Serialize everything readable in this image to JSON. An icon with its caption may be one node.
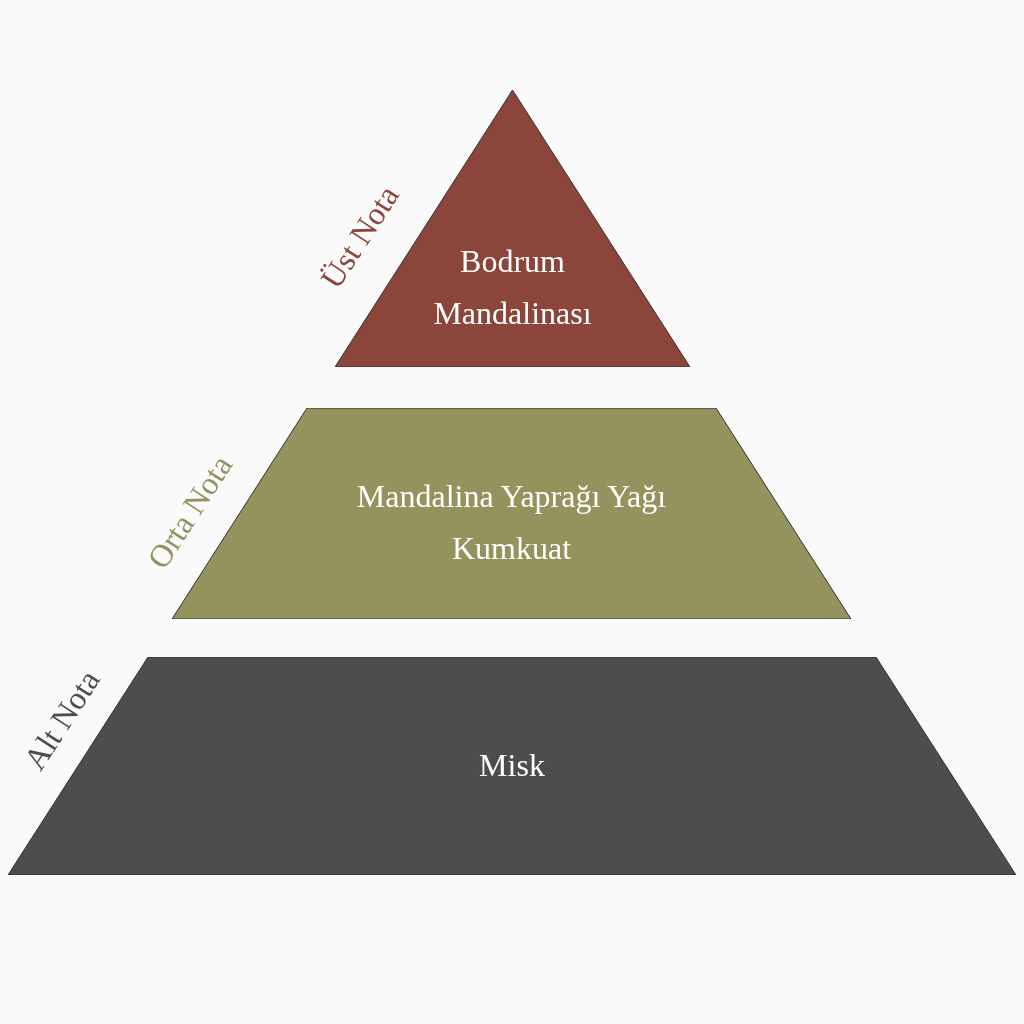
{
  "diagram": {
    "nodes": [
      {
        "text": [
          "Bodrum Mandalinası"
        ],
        "beside": [
          "Üst Nota"
        ]
      },
      {
        "text": [
          "Mandalina Yaprağı Yağı",
          "Kumkuat"
        ],
        "beside": [
          "Orta Nota"
        ]
      },
      {
        "text": [
          "Misk"
        ],
        "beside": [
          "Alt Nota"
        ]
      }
    ]
  }
}
